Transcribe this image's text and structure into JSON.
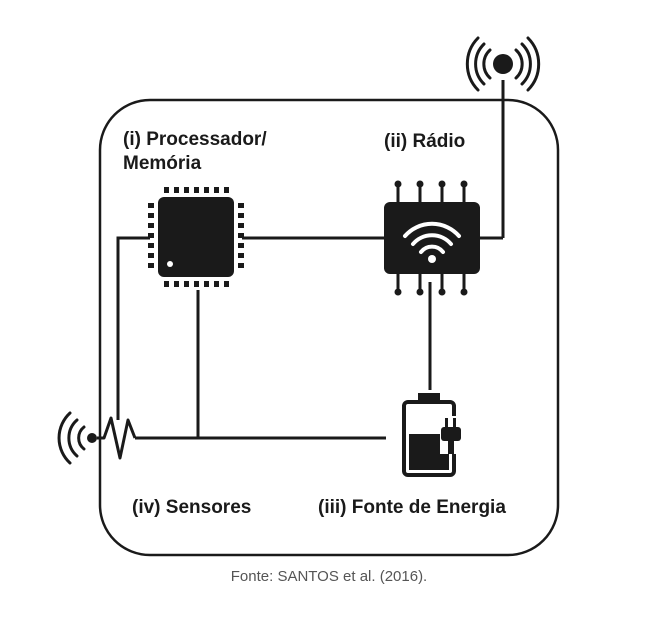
{
  "labels": {
    "processor_line1": "(i) Processador/",
    "processor_line2": "Memória",
    "radio": "(ii) Rádio",
    "power": "(iii) Fonte de Energia",
    "sensors": "(iv) Sensores"
  },
  "caption": "Fonte: SANTOS et al. (2016).",
  "icons": {
    "processor": "microchip-icon",
    "radio": "wifi-chip-icon",
    "antenna": "antenna-icon",
    "power": "battery-plug-icon",
    "sensor": "sensor-wave-icon"
  },
  "colors": {
    "ink": "#1a1a1a",
    "caption": "#555555"
  }
}
